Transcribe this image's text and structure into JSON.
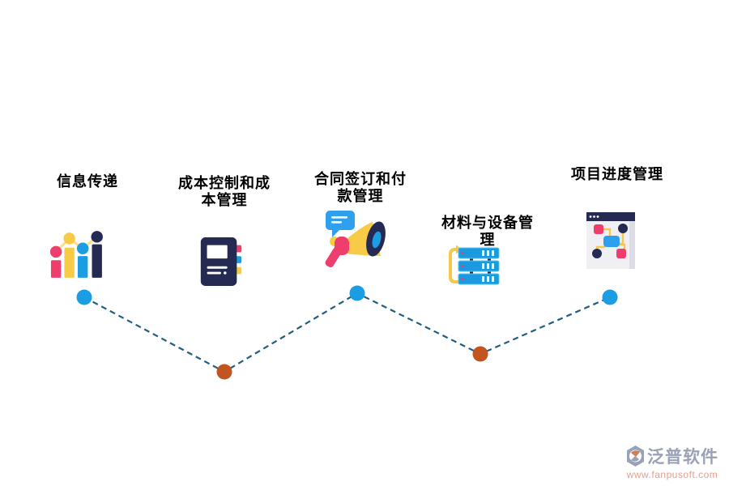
{
  "palette": {
    "pink": "#ee3e6e",
    "yellow": "#f7cb47",
    "light_yellow": "#fbe08a",
    "blue": "#1b9de3",
    "navy": "#252a52",
    "blue_dot": "#1b9de3",
    "orange_dot": "#c2551f",
    "dash_line": "#235d80",
    "background": "#ffffff",
    "label_text": "#000000",
    "watermark_brand": "#99a1b3",
    "watermark_url": "#e2a08d"
  },
  "nodes": [
    {
      "id": "info-transfer",
      "label": "信息传递",
      "lines": [
        "信息传递",
        ""
      ],
      "icon": "bar-chart-people-icon",
      "dot_color": "#1b9de3"
    },
    {
      "id": "cost-control",
      "label": "成本控制和成本管理",
      "lines": [
        "成本控制和成",
        "本管理"
      ],
      "icon": "notebook-icon",
      "dot_color": "#c2551f"
    },
    {
      "id": "contract-payment",
      "label": "合同签订和付款管理",
      "lines": [
        "合同签订和付",
        "款管理"
      ],
      "icon": "megaphone-icon",
      "dot_color": "#1b9de3"
    },
    {
      "id": "material-equipment",
      "label": "材料与设备管理",
      "lines": [
        "材料与设备管",
        "理"
      ],
      "icon": "server-stack-icon",
      "dot_color": "#c2551f"
    },
    {
      "id": "project-progress",
      "label": "项目进度管理",
      "lines": [
        "项目进度管理",
        ""
      ],
      "icon": "kanban-window-icon",
      "dot_color": "#1b9de3"
    }
  ],
  "watermark": {
    "brand": "泛普软件",
    "url": "www.fanpusoft.com"
  }
}
